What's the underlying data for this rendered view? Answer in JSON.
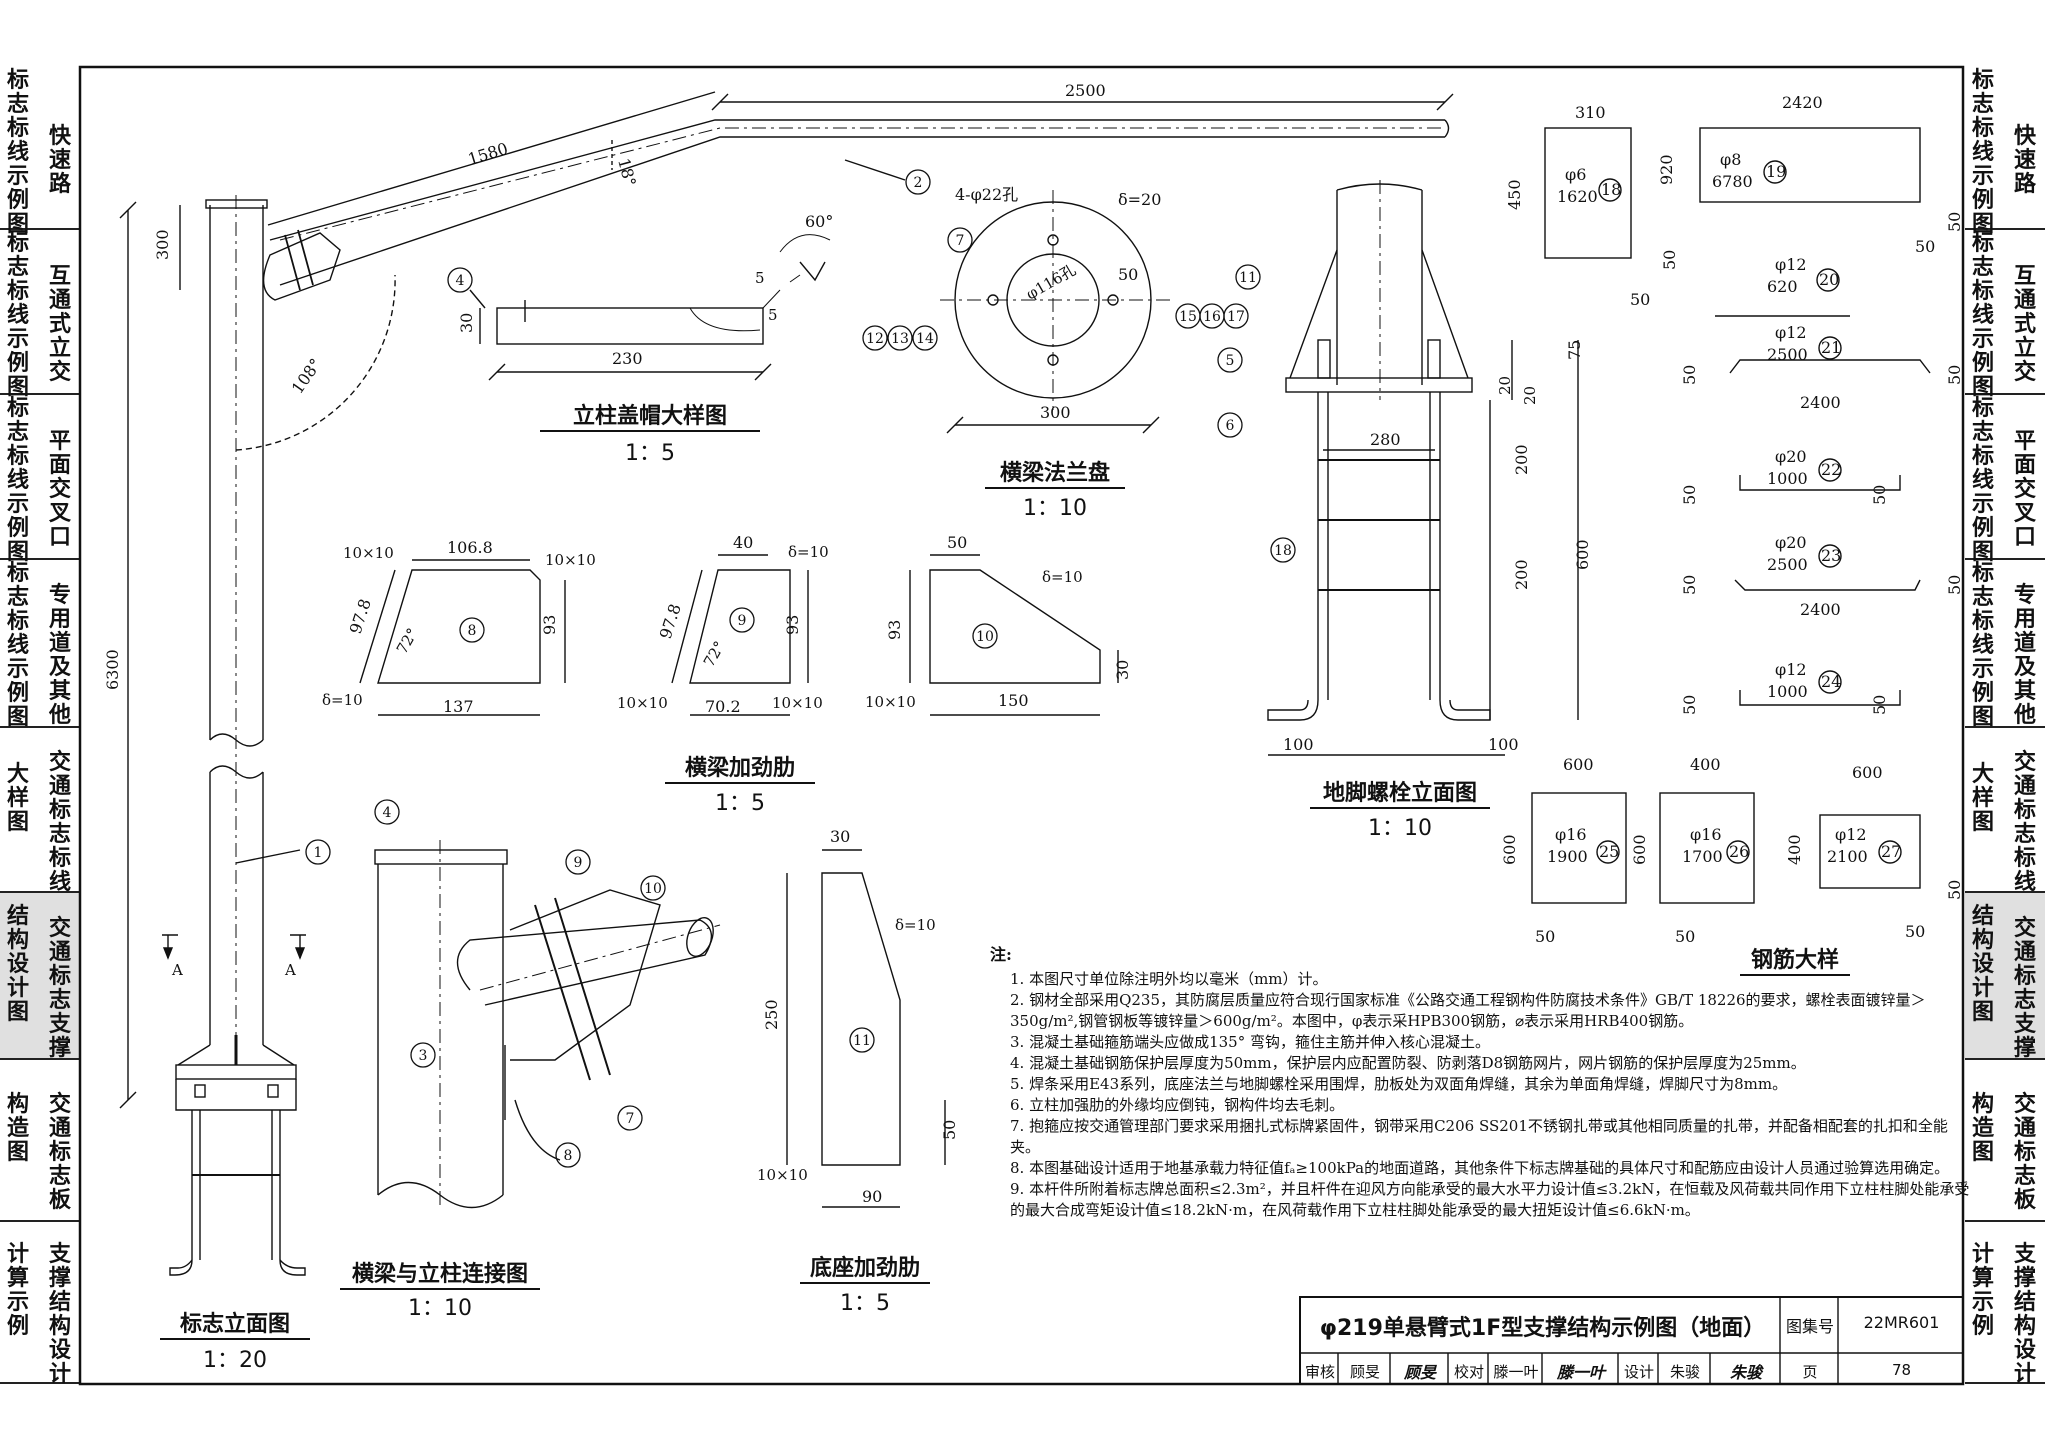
{
  "left_sidebar": [
    {
      "c1": "标志标线示例图",
      "c2": "快速路",
      "highlight": false
    },
    {
      "c1": "标志标线示例图",
      "c2": "互通式立交",
      "highlight": false
    },
    {
      "c1": "标志标线示例图",
      "c2": "平面交叉口",
      "highlight": false
    },
    {
      "c1": "标志标线示例图",
      "c2": "专用道及其他",
      "highlight": false
    },
    {
      "c1": "大样图",
      "c2": "交通标志标线",
      "highlight": false
    },
    {
      "c1": "结构设计图",
      "c2": "交通标志支撑",
      "highlight": true
    },
    {
      "c1": "构造图",
      "c2": "交通标志板",
      "highlight": false
    },
    {
      "c1": "计算示例",
      "c2": "支撑结构设计",
      "highlight": false
    }
  ],
  "views": {
    "cap": {
      "title": "立柱盖帽大样图",
      "scale": "1：5"
    },
    "flange": {
      "title": "横梁法兰盘",
      "scale": "1：10"
    },
    "anchor": {
      "title": "地脚螺栓立面图",
      "scale": "1：10"
    },
    "beam_rib": {
      "title": "横梁加劲肋",
      "scale": "1：5"
    },
    "elevation": {
      "title": "标志立面图",
      "scale": "1：20"
    },
    "connection": {
      "title": "横梁与立柱连接图",
      "scale": "1：10"
    },
    "base_rib": {
      "title": "底座加劲肋",
      "scale": "1：5"
    },
    "rebar": {
      "title": "钢筋大样"
    }
  },
  "dims": {
    "d2500": "2500",
    "d1580": "1580",
    "d18deg": "18°",
    "d300": "300",
    "d6300": "6300",
    "d108deg": "108°",
    "d60deg": "60°",
    "d5a": "5",
    "d5b": "5",
    "d30": "30",
    "d230": "230",
    "holes": "4-φ22孔",
    "delta20": "δ=20",
    "d50f": "50",
    "bore": "φ116孔",
    "d300f": "300",
    "d280": "280",
    "d75": "75",
    "d20a": "20",
    "d20b": "20",
    "d200a": "200",
    "d200b": "200",
    "d600": "600",
    "d100a": "100",
    "d100b": "100",
    "r8_top": "10×10",
    "r8_w": "106.8",
    "r8_tr": "10×10",
    "r8_diag": "97.8",
    "r8_h": "93",
    "r8_ang": "72°",
    "r8_delta": "δ=10",
    "r8_bot": "137",
    "r9_top": "40",
    "r9_delta": "δ=10",
    "r9_diag": "97.8",
    "r9_h": "93",
    "r9_ang": "72°",
    "r9_bl": "10×10",
    "r9_bot": "70.2",
    "r9_br": "10×10",
    "r10_top": "50",
    "r10_delta": "δ=10",
    "r10_h": "93",
    "r10_r": "30",
    "r10_bl": "10×10",
    "r10_bot": "150",
    "b11_top": "30",
    "b11_delta": "δ=10",
    "b11_h": "250",
    "b11_r": "50",
    "b11_bl": "10×10",
    "b11_bot": "90",
    "sec_a1": "A",
    "sec_a2": "A"
  },
  "parts": {
    "p1": "1",
    "p2": "2",
    "p3": "3",
    "p4": "4",
    "p5": "5",
    "p6": "6",
    "p7": "7",
    "p8": "8",
    "p9": "9",
    "p10": "10",
    "p11": "11",
    "p12": "12",
    "p13": "13",
    "p14": "14",
    "p15": "15",
    "p16": "16",
    "p17": "17",
    "p18": "18",
    "p19": "19",
    "p20": "20",
    "p21": "21",
    "p22": "22",
    "p23": "23",
    "p24": "24",
    "p25": "25",
    "p26": "26",
    "p27": "27"
  },
  "rebar": {
    "r18": {
      "w": "310",
      "h": "450",
      "dia": "φ6",
      "len": "1620",
      "a": "50",
      "b": "50"
    },
    "r19": {
      "w": "2420",
      "h": "920",
      "dia": "φ8",
      "len": "6780",
      "a": "50",
      "b": "50"
    },
    "r20": {
      "dia": "φ12",
      "len": "620"
    },
    "r21": {
      "dia": "φ12",
      "len": "2500",
      "a": "50",
      "b": "50",
      "w": "2400"
    },
    "r22": {
      "dia": "φ20",
      "len": "1000",
      "a": "50",
      "b": "50"
    },
    "r23": {
      "dia": "φ20",
      "len": "2500",
      "a": "50",
      "b": "50",
      "w": "2400"
    },
    "r24": {
      "dia": "φ12",
      "len": "1000",
      "a": "50",
      "b": "50"
    },
    "r25": {
      "w": "600",
      "h": "600",
      "dia": "φ16",
      "len": "1900",
      "a": "50"
    },
    "r26": {
      "w": "400",
      "h": "600",
      "dia": "φ16",
      "len": "1700",
      "a": "50"
    },
    "r27": {
      "w": "600",
      "h": "400",
      "dia": "φ12",
      "len": "2100",
      "a": "50",
      "b": "50"
    }
  },
  "notes": {
    "heading": "注:",
    "items": [
      "1. 本图尺寸单位除注明外均以毫米（mm）计。",
      "2. 钢材全部采用Q235，其防腐层质量应符合现行国家标准《公路交通工程钢构件防腐技术条件》GB/T 18226的要求，螺栓表面镀锌量＞350g/m²,钢管钢板等镀锌量＞600g/m²。本图中，φ表示采HPB300钢筋，⌀表示采用HRB400钢筋。",
      "3. 混凝土基础箍筋端头应做成135° 弯钩，箍住主筋并伸入核心混凝土。",
      "4. 混凝土基础钢筋保护层厚度为50mm，保护层内应配置防裂、防剥落D8钢筋网片，网片钢筋的保护层厚度为25mm。",
      "5. 焊条采用E43系列，底座法兰与地脚螺栓采用围焊，肋板处为双面角焊缝，其余为单面角焊缝，焊脚尺寸为8mm。",
      "6. 立柱加强肋的外缘均应倒钝，钢构件均去毛刺。",
      "7. 抱箍应按交通管理部门要求采用捆扎式标牌紧固件，钢带采用C206 SS201不锈钢扎带或其他相同质量的扎带，并配备相配套的扎扣和全能夹。",
      "8. 本图基础设计适用于地基承载力特征值fₐ≥100kPa的地面道路，其他条件下标志牌基础的具体尺寸和配筋应由设计人员通过验算选用确定。",
      "9. 本杆件所附着标志牌总面积≤2.3m²，并且杆件在迎风方向能承受的最大水平力设计值≤3.2kN，在恒载及风荷载共同作用下立柱柱脚处能承受的最大合成弯矩设计值≤18.2kN·m，在风荷载作用下立柱柱脚处能承受的最大扭矩设计值≤6.6kN·m。"
    ]
  },
  "title_block": {
    "title": "φ219单悬臂式1F型支撑结构示例图（地面）",
    "atlas_label": "图集号",
    "atlas_no": "22MR601",
    "review_label": "审核",
    "reviewer": "顾旻",
    "review_sign": "顾旻",
    "check_label": "校对",
    "checker": "滕一叶",
    "check_sign": "滕一叶",
    "design_label": "设计",
    "designer": "朱骏",
    "design_sign": "朱骏",
    "page_label": "页",
    "page_no": "78"
  }
}
